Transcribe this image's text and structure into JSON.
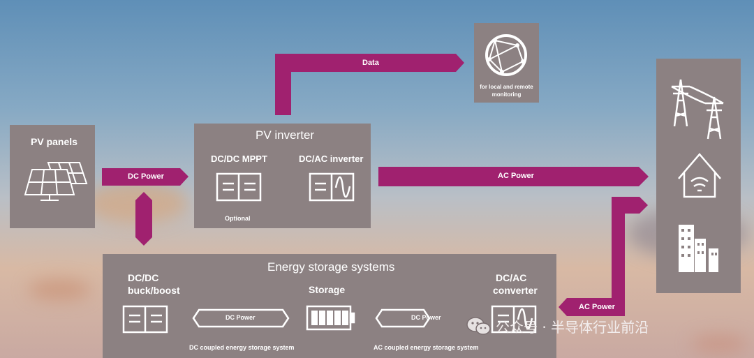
{
  "monitoring": {
    "label": "for local and remote monitoring"
  },
  "pv_panels": {
    "title": "PV panels"
  },
  "pv_inverter": {
    "title": "PV inverter",
    "dcdc_title": "DC/DC MPPT",
    "dcac_title": "DC/AC inverter",
    "optional": "Optional"
  },
  "arrows": {
    "data": "Data",
    "dc_power": "DC Power",
    "ac_power": "AC Power",
    "ac_power_2": "AC Power"
  },
  "ess": {
    "title": "Energy storage systems",
    "buck_boost_line1": "DC/DC",
    "buck_boost_line2": "buck/boost",
    "storage": "Storage",
    "converter_line1": "DC/AC",
    "converter_line2": "converter",
    "dc_power_left": "DC Power",
    "dc_power_right": "DC Power",
    "dc_coupled": "DC coupled energy storage system",
    "ac_coupled": "AC coupled energy storage system"
  },
  "watermark": {
    "text": "公众号 · 半导体行业前沿"
  },
  "colors": {
    "magenta": "#a0216f",
    "box": "#8c8182"
  }
}
